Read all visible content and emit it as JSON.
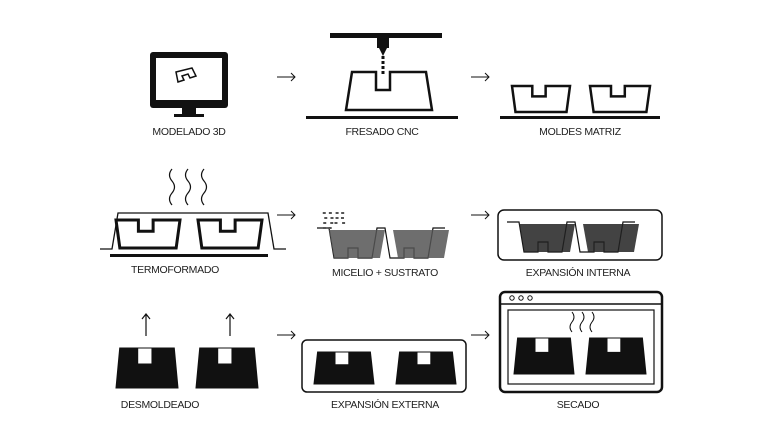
{
  "steps": [
    {
      "label": "MODELADO 3D"
    },
    {
      "label": "FRESADO CNC"
    },
    {
      "label": "MOLDES MATRIZ"
    },
    {
      "label": "TERMOFORMADO"
    },
    {
      "label": "MICELIO + SUSTRATO"
    },
    {
      "label": "EXPANSIÓN INTERNA"
    },
    {
      "label": "DESMOLDEADO"
    },
    {
      "label": "EXPANSIÓN EXTERNA"
    },
    {
      "label": "SECADO"
    }
  ],
  "colors": {
    "ink": "#111111",
    "substrate": "#555555",
    "expanded": "#222222"
  }
}
